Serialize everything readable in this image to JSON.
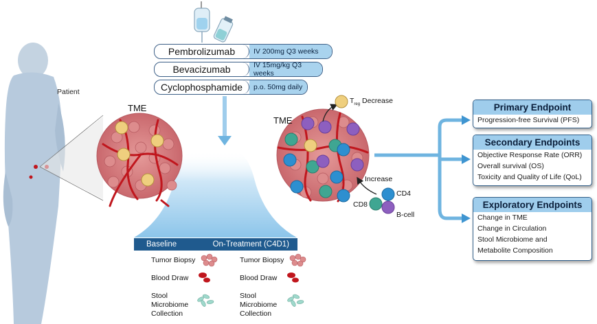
{
  "drugs": [
    {
      "name": "Pembrolizumab",
      "dose": "IV 200mg Q3 weeks"
    },
    {
      "name": "Bevacizumab",
      "dose": "IV 15mg/kg Q3 weeks"
    },
    {
      "name": "Cyclophosphamide",
      "dose": "p.o. 50mg daily"
    }
  ],
  "labels": {
    "patient": "Patient",
    "tme_left": "TME",
    "tme_right": "TME",
    "treg_t": "T",
    "treg_sub": "reg",
    "treg_decrease": "Decrease",
    "increase": "Increase",
    "cd4": "CD4",
    "cd8": "CD8",
    "bcell": "B-cell"
  },
  "endpoints": {
    "primary": {
      "title": "Primary Endpoint",
      "items": [
        "Progression-free Survival (PFS)"
      ]
    },
    "secondary": {
      "title": "Secondary Endpoints",
      "items": [
        "Objective Response Rate (ORR)",
        "Overall survival (OS)",
        "Toxicity and Quality of Life (QoL)"
      ]
    },
    "exploratory": {
      "title": "Exploratory Endpoints",
      "items": [
        "Change in TME",
        "Change in Circulation",
        "Stool Microbiome and",
        "Metabolite Composition"
      ]
    }
  },
  "sampling": {
    "baseline": "Baseline",
    "on_treatment": "On-Treatment (C4D1)",
    "tumor_biopsy": "Tumor Biopsy",
    "blood_draw": "Blood Draw",
    "stool": "Stool",
    "microbiome": "Microbiome",
    "collection": "Collection"
  },
  "colors": {
    "accent_blue": "#3f95d1",
    "header_blue": "#1f5a8e",
    "endpoint_head": "#9fcdec",
    "tumor": "#d77d80",
    "vessel": "#c0161d",
    "treg": "#e9c36a",
    "cd4": "#2d8fd0",
    "cd8": "#3fa692",
    "bcell": "#8d5fbf"
  }
}
